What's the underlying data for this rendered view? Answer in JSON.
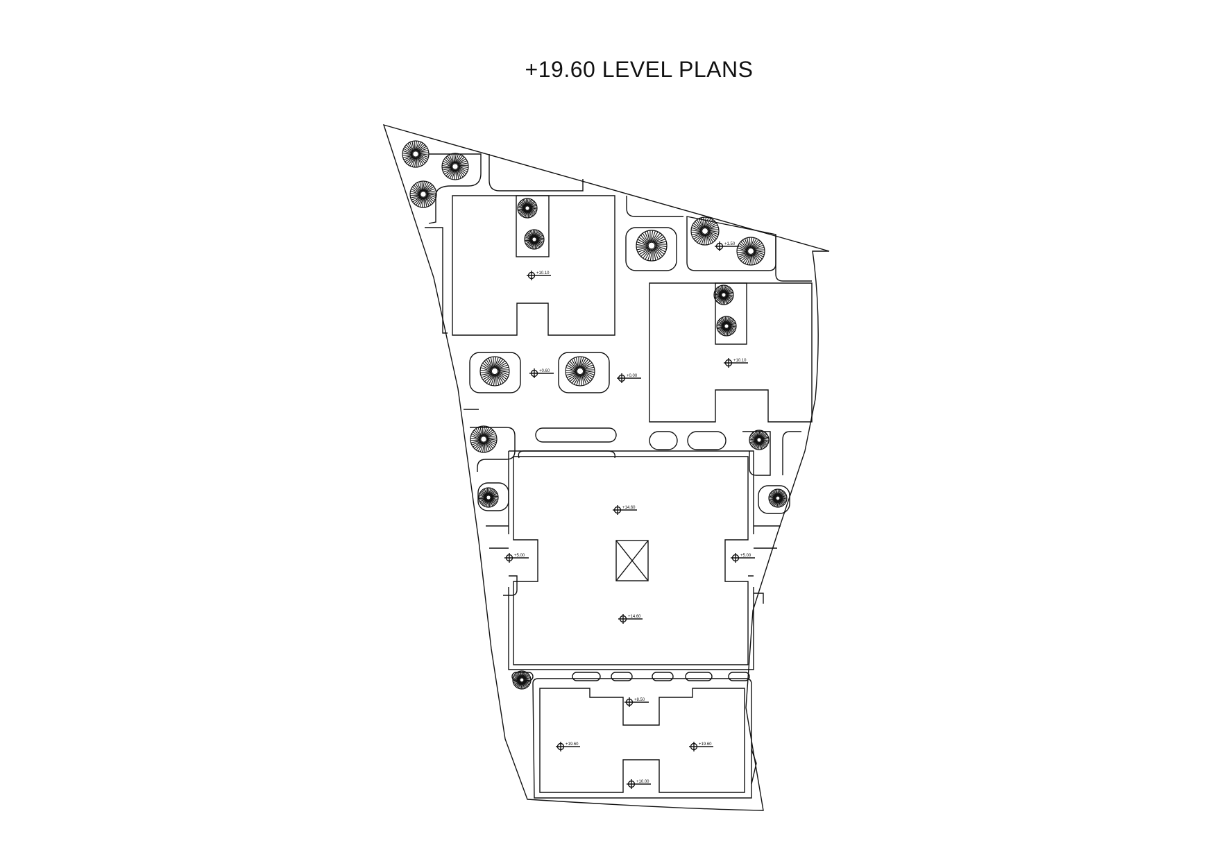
{
  "title": "+19.60 LEVEL PLANS",
  "levels": {
    "l01": "+10.10",
    "l02": "+1.50",
    "l03": "+10.10",
    "l04": "+0.60",
    "l05": "+0.00",
    "l06": "+14.60",
    "l07": "+5.00",
    "l08": "+5.00",
    "l09": "+14.60",
    "l10": "+8.50",
    "l11": "+19.60",
    "l12": "+19.60",
    "l13": "+10.00"
  },
  "colors": {
    "line": "#111111",
    "background": "#ffffff"
  }
}
